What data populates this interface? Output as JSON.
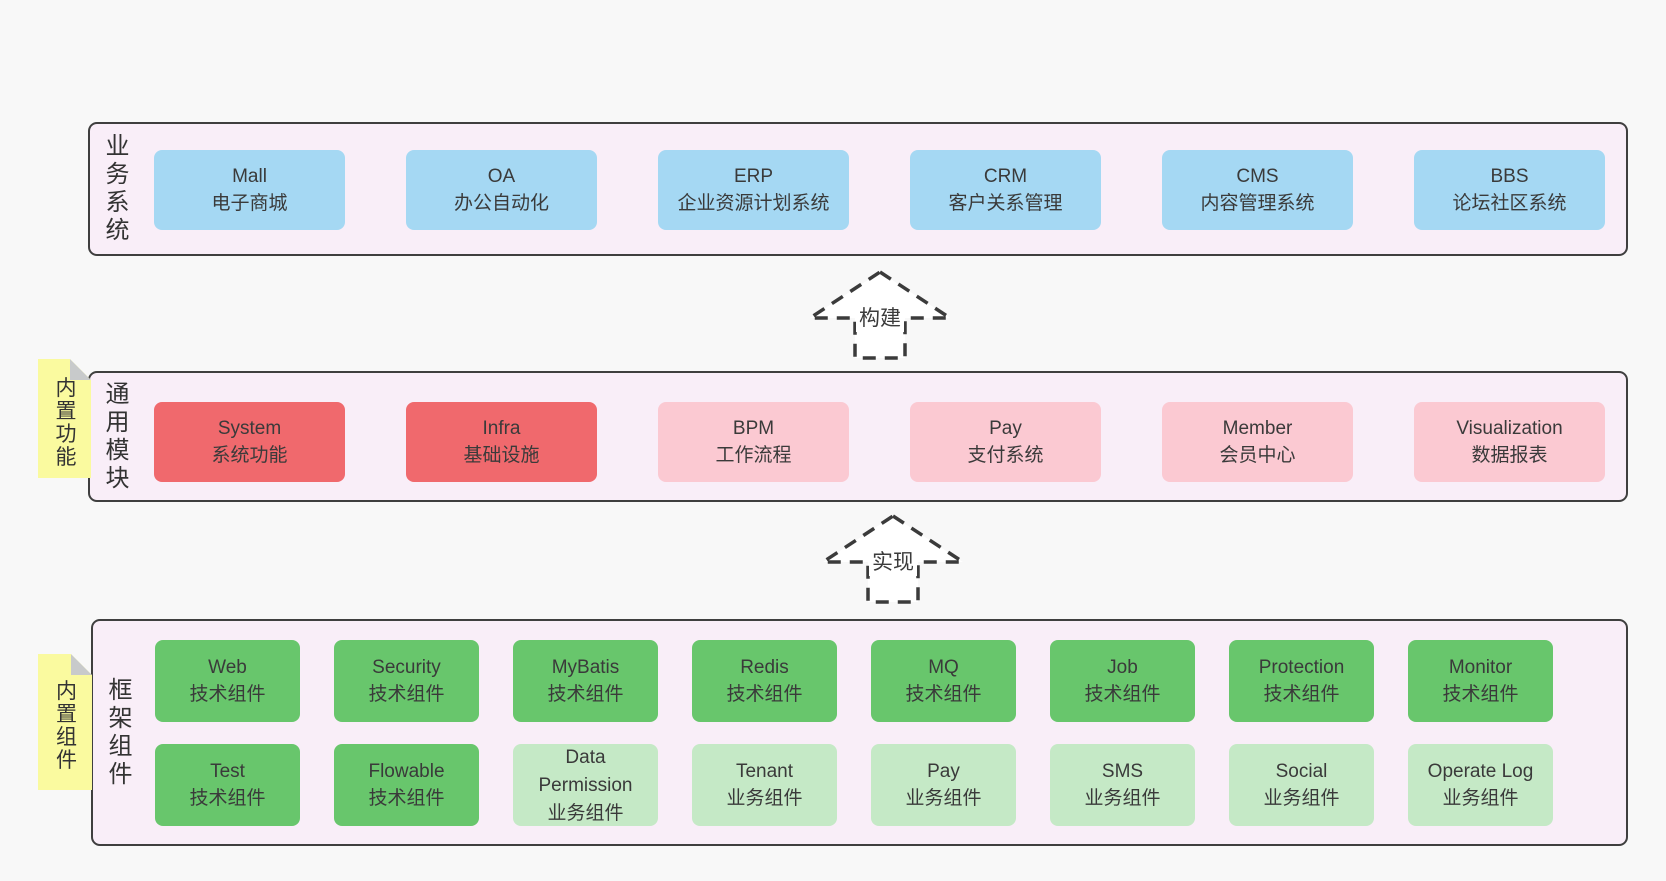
{
  "colors": {
    "layer_bg": "#f9eef8",
    "border": "#3f3f3f",
    "blue": "#a5d8f3",
    "red": "#f0696d",
    "pink": "#fbc9d2",
    "green": "#68c66c",
    "lightgreen": "#c5e9c6",
    "note": "#fafa9f",
    "fold": "#c8cacb",
    "arrow_stroke": "#3b3b3b"
  },
  "arrows": [
    {
      "label": "构建"
    },
    {
      "label": "实现"
    }
  ],
  "notes": [
    {
      "label": "内置功能"
    },
    {
      "label": "内置组件"
    }
  ],
  "layers": [
    {
      "label": "业务系统",
      "boxes": [
        {
          "title": "Mall",
          "subtitle": "电子商城",
          "color": "blue"
        },
        {
          "title": "OA",
          "subtitle": "办公自动化",
          "color": "blue"
        },
        {
          "title": "ERP",
          "subtitle": "企业资源计划系统",
          "color": "blue"
        },
        {
          "title": "CRM",
          "subtitle": "客户关系管理",
          "color": "blue"
        },
        {
          "title": "CMS",
          "subtitle": "内容管理系统",
          "color": "blue"
        },
        {
          "title": "BBS",
          "subtitle": "论坛社区系统",
          "color": "blue"
        }
      ]
    },
    {
      "label": "通用模块",
      "boxes": [
        {
          "title": "System",
          "subtitle": "系统功能",
          "color": "red"
        },
        {
          "title": "Infra",
          "subtitle": "基础设施",
          "color": "red"
        },
        {
          "title": "BPM",
          "subtitle": "工作流程",
          "color": "pink"
        },
        {
          "title": "Pay",
          "subtitle": "支付系统",
          "color": "pink"
        },
        {
          "title": "Member",
          "subtitle": "会员中心",
          "color": "pink"
        },
        {
          "title": "Visualization",
          "subtitle": "数据报表",
          "color": "pink"
        }
      ]
    },
    {
      "label": "框架组件",
      "rows": [
        [
          {
            "title": "Web",
            "subtitle": "技术组件",
            "color": "green"
          },
          {
            "title": "Security",
            "subtitle": "技术组件",
            "color": "green"
          },
          {
            "title": "MyBatis",
            "subtitle": "技术组件",
            "color": "green"
          },
          {
            "title": "Redis",
            "subtitle": "技术组件",
            "color": "green"
          },
          {
            "title": "MQ",
            "subtitle": "技术组件",
            "color": "green"
          },
          {
            "title": "Job",
            "subtitle": "技术组件",
            "color": "green"
          },
          {
            "title": "Protection",
            "subtitle": "技术组件",
            "color": "green"
          },
          {
            "title": "Monitor",
            "subtitle": "技术组件",
            "color": "green"
          }
        ],
        [
          {
            "title": "Test",
            "subtitle": "技术组件",
            "color": "green"
          },
          {
            "title": "Flowable",
            "subtitle": "技术组件",
            "color": "green"
          },
          {
            "title": "Data Permission",
            "subtitle": "业务组件",
            "color": "lightgreen"
          },
          {
            "title": "Tenant",
            "subtitle": "业务组件",
            "color": "lightgreen"
          },
          {
            "title": "Pay",
            "subtitle": "业务组件",
            "color": "lightgreen"
          },
          {
            "title": "SMS",
            "subtitle": "业务组件",
            "color": "lightgreen"
          },
          {
            "title": "Social",
            "subtitle": "业务组件",
            "color": "lightgreen"
          },
          {
            "title": "Operate Log",
            "subtitle": "业务组件",
            "color": "lightgreen"
          }
        ]
      ]
    }
  ]
}
